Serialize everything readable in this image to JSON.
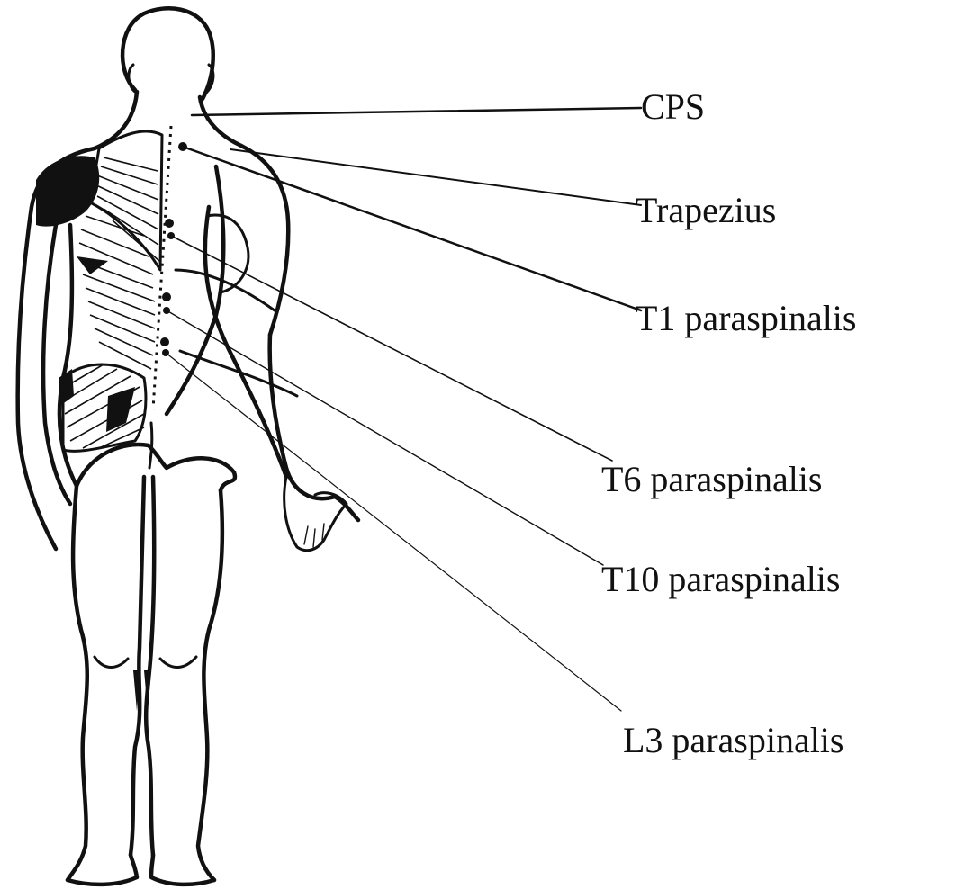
{
  "figure": {
    "labels": [
      {
        "id": "cps",
        "text": "CPS"
      },
      {
        "id": "trapezius",
        "text": "Trapezius"
      },
      {
        "id": "t1",
        "text": "T1 paraspinalis"
      },
      {
        "id": "t6",
        "text": "T6 paraspinalis"
      },
      {
        "id": "t10",
        "text": "T10 paraspinalis"
      },
      {
        "id": "l3",
        "text": "L3 paraspinalis"
      }
    ]
  }
}
